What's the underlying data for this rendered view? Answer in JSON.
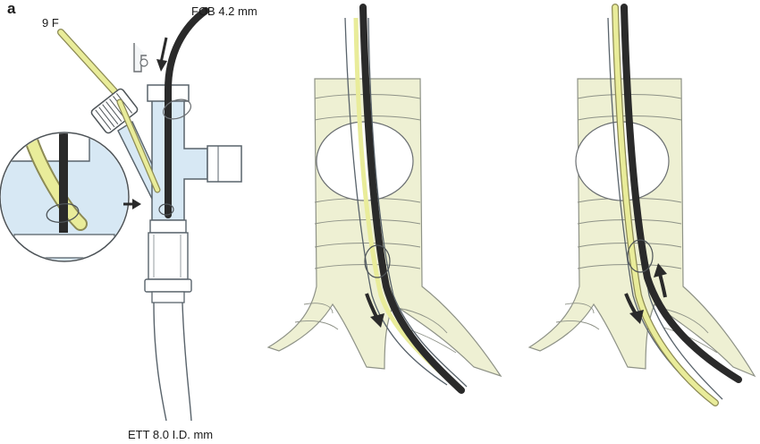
{
  "panel": {
    "letter": "a"
  },
  "labels": {
    "catheter": "9 F",
    "bronchoscope": "FOB 4.2 mm",
    "tube": "ETT 8.0 I.D. mm"
  },
  "colors": {
    "trachea_fill": "#eef0d3",
    "trachea_line": "#8e9287",
    "catheter_yellow": "#e9ec9a",
    "catheter_line": "#8c8a55",
    "bronchoscope": "#2a2a2a",
    "adapter_fill": "#d7e8f4",
    "adapter_line": "#59636b",
    "cuff_fill": "#ffffff"
  },
  "icons": [
    "arrow-down-icon",
    "arrow-right-icon",
    "arrow-up-icon"
  ]
}
